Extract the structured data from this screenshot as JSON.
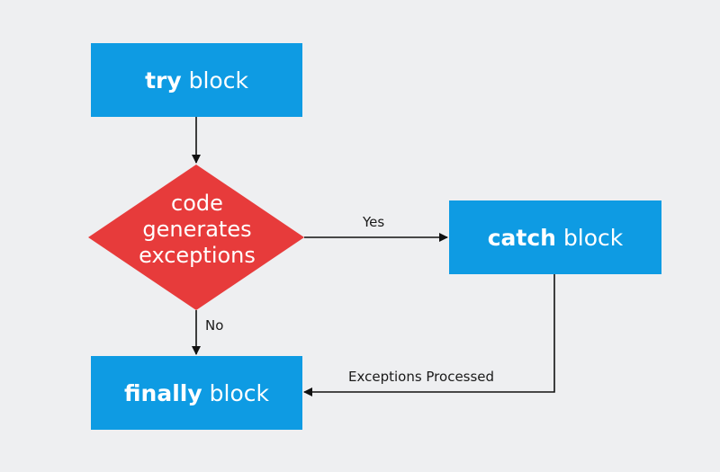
{
  "nodes": {
    "try": {
      "keyword": "try",
      "rest": "block"
    },
    "decision": {
      "lines": [
        "code",
        "generates",
        "exceptions"
      ]
    },
    "catch": {
      "keyword": "catch",
      "rest": "block"
    },
    "finally": {
      "keyword": "finally",
      "rest": "block"
    }
  },
  "edges": {
    "yes_label": "Yes",
    "no_label": "No",
    "processed_label": "Exceptions Processed"
  },
  "colors": {
    "background": "#eeeff1",
    "box_fill": "#0e9be3",
    "decision_fill": "#e73b3b",
    "arrow": "#111111",
    "text_on_shape": "#ffffff"
  }
}
